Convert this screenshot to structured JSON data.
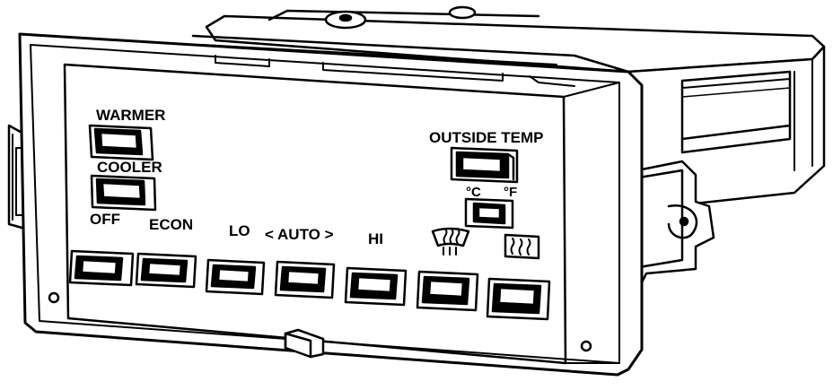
{
  "labels": {
    "warmer": "WARMER",
    "cooler": "COOLER",
    "outside_temp": "OUTSIDE TEMP",
    "celsius": "°C",
    "fahrenheit": "°F",
    "off": "OFF",
    "econ": "ECON",
    "lo": "LO",
    "auto": "< AUTO >",
    "hi": "HI"
  },
  "icons": {
    "front_defrost": "windshield-defrost-icon",
    "rear_defrost": "rear-window-defrost-icon"
  },
  "colors": {
    "line": "#000000",
    "background": "#ffffff"
  }
}
